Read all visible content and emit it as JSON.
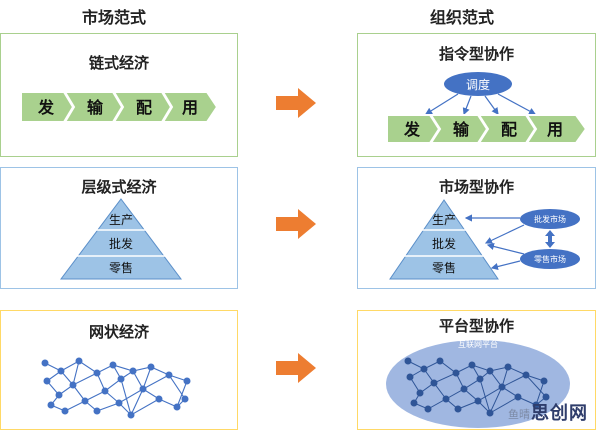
{
  "headings": {
    "left": "市场范式",
    "right": "组织范式"
  },
  "market": {
    "chain": {
      "title": "链式经济",
      "steps": [
        "发",
        "输",
        "配",
        "用"
      ]
    },
    "layered": {
      "title": "层级式经济",
      "levels": [
        "生产",
        "批发",
        "零售"
      ]
    },
    "network": {
      "title": "网状经济"
    }
  },
  "organization": {
    "command": {
      "title": "指令型协作",
      "dispatcher": "调度",
      "steps": [
        "发",
        "输",
        "配",
        "用"
      ]
    },
    "market": {
      "title": "市场型协作",
      "levels": [
        "生产",
        "批发",
        "零售"
      ],
      "wholesale_market": "批发市场",
      "retail_market": "零售市场"
    },
    "platform": {
      "title": "平台型协作",
      "platform_label": "互联网平台"
    }
  },
  "colors": {
    "green_border": "#a9d08e",
    "blue_border": "#9dc3e6",
    "yellow_border": "#ffd966",
    "step_fill": "#a9d18e",
    "pyramid_fill": "#9dc3e6",
    "node_blue": "#4472c4",
    "arrow_orange": "#ed7d31"
  },
  "watermark": {
    "small": "鱼晴",
    "main": "思创网"
  }
}
